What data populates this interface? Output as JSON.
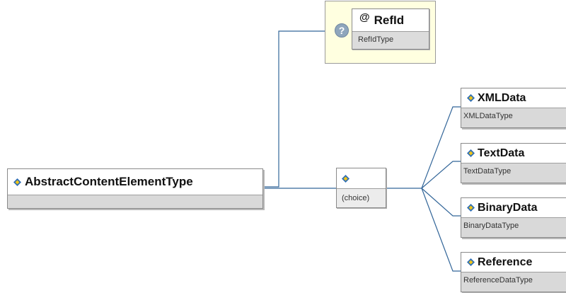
{
  "root": {
    "name": "AbstractContentElementType",
    "type_label": ""
  },
  "attributes": {
    "help_symbol": "?",
    "item": {
      "symbol": "@",
      "name": "RefId",
      "type": "RefIdType"
    }
  },
  "choice": {
    "label": "(choice)"
  },
  "children": [
    {
      "name": "XMLData",
      "type": "XMLDataType"
    },
    {
      "name": "TextData",
      "type": "TextDataType"
    },
    {
      "name": "BinaryData",
      "type": "BinaryDataType"
    },
    {
      "name": "Reference",
      "type": "ReferenceDataType"
    }
  ],
  "colors": {
    "connector": "#336699",
    "icon_blue": "#2f6fb5",
    "icon_yellow": "#f0c419",
    "attribute_background": "#ffffe0",
    "type_background": "#d9d9d9"
  },
  "icons": {
    "element": "element-diamond-icon",
    "choice": "choice-diamond-icon",
    "help": "help-icon",
    "attribute": "attribute-at-icon"
  }
}
